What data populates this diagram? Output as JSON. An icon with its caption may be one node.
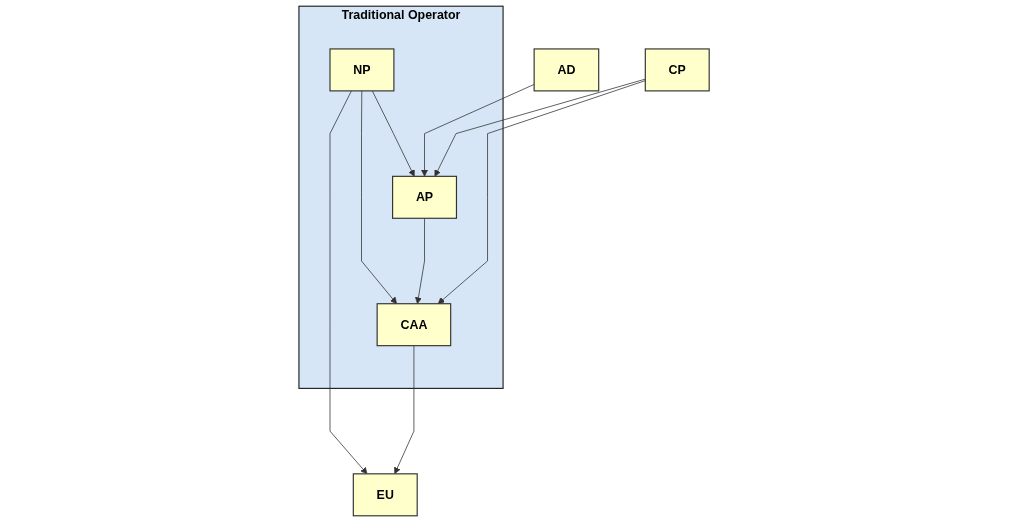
{
  "diagram": {
    "nodes": [
      {
        "text": [
          "Traditional Operator"
        ]
      },
      {
        "text": [
          "NP"
        ],
        "in": 0
      },
      {
        "text": [
          "EU"
        ]
      },
      {
        "text": [
          "CAA"
        ],
        "in": 0
      },
      {
        "text": [
          "AP"
        ],
        "in": 0
      },
      {
        "text": [
          "AD"
        ]
      },
      {
        "text": [
          "CP"
        ]
      }
    ],
    "edges": [
      {
        "from": 1,
        "to": 2,
        "arrow": "to"
      },
      {
        "from": 1,
        "to": 3,
        "arrow": "to"
      },
      {
        "from": 1,
        "to": 4,
        "arrow": "to"
      },
      {
        "from": 3,
        "to": 2,
        "arrow": "to"
      },
      {
        "from": 4,
        "to": 3,
        "arrow": "to"
      },
      {
        "from": 5,
        "to": 4,
        "arrow": "to"
      },
      {
        "from": 6,
        "to": 3,
        "arrow": "to"
      },
      {
        "from": 6,
        "to": 4,
        "arrow": "to"
      }
    ]
  }
}
